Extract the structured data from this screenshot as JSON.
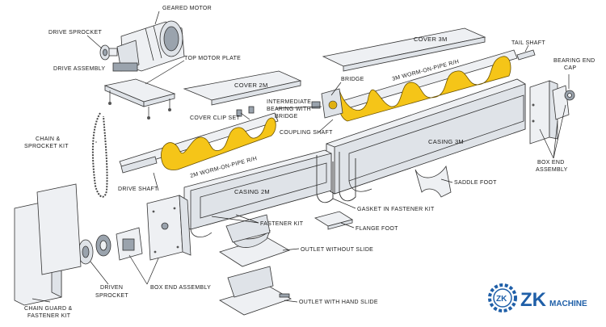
{
  "diagram": {
    "labels": {
      "geared_motor": "GEARED MOTOR",
      "drive_sprocket": "DRIVE SPROCKET",
      "drive_assembly": "DRIVE ASSEMBLY",
      "top_motor_plate": "TOP MOTOR PLATE",
      "cover_2m": "COVER 2M",
      "cover_3m": "COVER 3M",
      "tail_shaft": "TAIL SHAFT",
      "bearing_end_cap_1": "BEARING END",
      "bearing_end_cap_2": "CAP",
      "bridge": "BRIDGE",
      "worm_3m": "3M WORM-ON-PIPE R/H",
      "intermediate_1": "INTERMEDIATE",
      "intermediate_2": "BEARING WITH",
      "intermediate_3": "BRIDGE",
      "cover_clip_set": "COVER CLIP SET",
      "coupling_shaft": "COUPLING SHAFT",
      "chain_kit_1": "CHAIN &",
      "chain_kit_2": "SPROCKET KIT",
      "casing_3m": "CASING 3M",
      "worm_2m": "2M WORM-ON-PIPE R/H",
      "box_end_1": "BOX END",
      "box_end_2": "ASSEMBLY",
      "drive_shaft": "DRIVE SHAFT",
      "saddle_foot": "SADDLE FOOT",
      "casing_2m": "CASING 2M",
      "gasket": "GASKET IN FASTENER KIT",
      "fastener_kit": "FASTENER KIT",
      "flange_foot": "FLANGE FOOT",
      "outlet_without_slide": "OUTLET WITHOUT SLIDE",
      "driven_sprocket_1": "DRIVEN",
      "driven_sprocket_2": "SPROCKET",
      "box_end_assembly": "BOX END ASSEMBLY",
      "chain_guard_1": "CHAIN GUARD &",
      "chain_guard_2": "FASTENER KIT",
      "outlet_with_slide": "OUTLET WITH HAND SLIDE"
    },
    "logo": {
      "mark": "ZK",
      "text": "MACHINE",
      "colors": {
        "ring": "#1f5fa8",
        "text": "#1f5fa8"
      }
    }
  }
}
